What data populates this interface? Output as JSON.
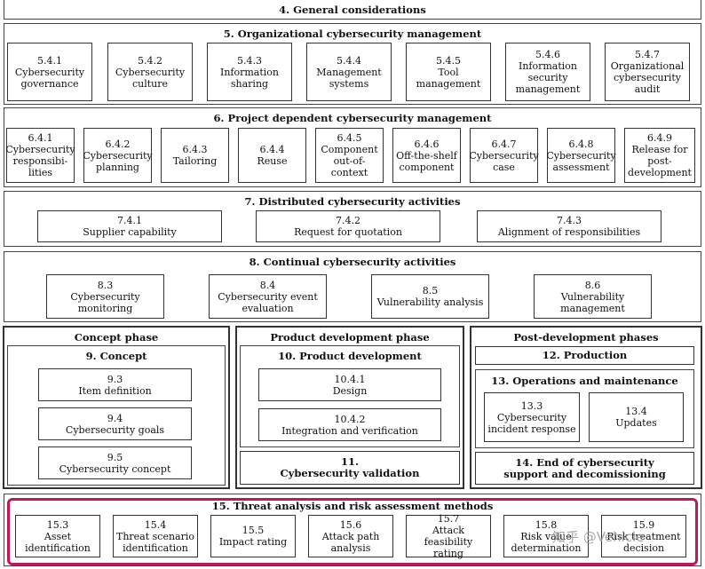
{
  "s4": {
    "title": "4. General considerations"
  },
  "s5": {
    "title": "5. Organizational cybersecurity management",
    "items": [
      {
        "num": "5.4.1",
        "label": "Cybersecurity governance"
      },
      {
        "num": "5.4.2",
        "label": "Cybersecurity culture"
      },
      {
        "num": "5.4.3",
        "label": "Information sharing"
      },
      {
        "num": "5.4.4",
        "label": "Management systems"
      },
      {
        "num": "5.4.5",
        "label": "Tool management"
      },
      {
        "num": "5.4.6",
        "label": "Information security management"
      },
      {
        "num": "5.4.7",
        "label": "Organizational cybersecurity audit"
      }
    ]
  },
  "s6": {
    "title": "6. Project dependent cybersecurity management",
    "items": [
      {
        "num": "6.4.1",
        "label": "Cybersecurity responsibi-lities"
      },
      {
        "num": "6.4.2",
        "label": "Cybersecurity planning"
      },
      {
        "num": "6.4.3",
        "label": "Tailoring"
      },
      {
        "num": "6.4.4",
        "label": "Reuse"
      },
      {
        "num": "6.4.5",
        "label": "Component out-of-context"
      },
      {
        "num": "6.4.6",
        "label": "Off-the-shelf component"
      },
      {
        "num": "6.4.7",
        "label": "Cybersecurity case"
      },
      {
        "num": "6.4.8",
        "label": "Cybersecurity assessment"
      },
      {
        "num": "6.4.9",
        "label": "Release for post-development"
      }
    ]
  },
  "s7": {
    "title": "7. Distributed cybersecurity activities",
    "items": [
      {
        "num": "7.4.1",
        "label": "Supplier capability"
      },
      {
        "num": "7.4.2",
        "label": "Request for quotation"
      },
      {
        "num": "7.4.3",
        "label": "Alignment of responsibilities"
      }
    ]
  },
  "s8": {
    "title": "8. Continual cybersecurity activities",
    "items": [
      {
        "num": "8.3",
        "label": "Cybersecurity monitoring"
      },
      {
        "num": "8.4",
        "label": "Cybersecurity event evaluation"
      },
      {
        "num": "8.5",
        "label": "Vulnerability analysis"
      },
      {
        "num": "8.6",
        "label": "Vulnerability management"
      }
    ]
  },
  "concept_phase": {
    "title": "Concept phase",
    "s9": {
      "title": "9. Concept",
      "items": [
        {
          "num": "9.3",
          "label": "Item definition"
        },
        {
          "num": "9.4",
          "label": "Cybersecurity goals"
        },
        {
          "num": "9.5",
          "label": "Cybersecurity concept"
        }
      ]
    }
  },
  "product_phase": {
    "title": "Product development phase",
    "s10": {
      "title": "10. Product development",
      "items": [
        {
          "num": "10.4.1",
          "label": "Design"
        },
        {
          "num": "10.4.2",
          "label": "Integration and verification"
        }
      ]
    },
    "s11": {
      "num": "11.",
      "label": "Cybersecurity validation"
    }
  },
  "post_phase": {
    "title": "Post-development phases",
    "s12": {
      "title": "12. Production"
    },
    "s13": {
      "title": "13. Operations and maintenance",
      "items": [
        {
          "num": "13.3",
          "label": "Cybersecurity incident response"
        },
        {
          "num": "13.4",
          "label": "Updates"
        }
      ]
    },
    "s14": {
      "line1": "14. End of cybersecurity",
      "line2": "support and decomissioning"
    }
  },
  "s15": {
    "title": "15. Threat analysis and risk assessment methods",
    "items": [
      {
        "num": "15.3",
        "label": "Asset identification"
      },
      {
        "num": "15.4",
        "label": "Threat scenario identification"
      },
      {
        "num": "15.5",
        "label": "Impact rating"
      },
      {
        "num": "15.6",
        "label": "Attack path analysis"
      },
      {
        "num": "15.7",
        "label": "Attack feasibility rating"
      },
      {
        "num": "15.8",
        "label": "Risk value determination"
      },
      {
        "num": "15.9",
        "label": "Risk treatment decision"
      }
    ]
  },
  "watermark": {
    "text": "知乎 @Vehicle"
  },
  "colors": {
    "highlight": "#c2185b",
    "border": "#333333"
  }
}
